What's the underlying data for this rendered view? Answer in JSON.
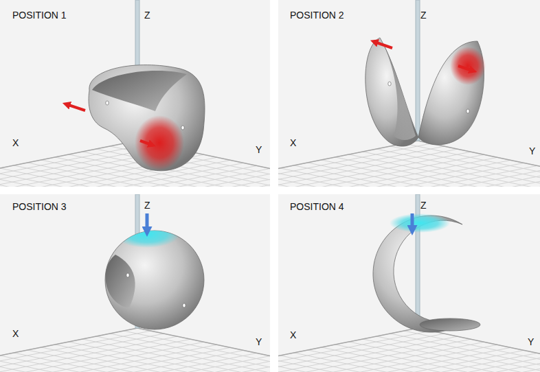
{
  "diagram": {
    "labels": [
      "POSITION 1",
      "Z",
      "X",
      "Y",
      "POSITION 2",
      "Z",
      "X",
      "Y",
      "POSITION 3",
      "Z",
      "X",
      "Y",
      "POSITION 4",
      "Z",
      "X",
      "Y"
    ]
  }
}
